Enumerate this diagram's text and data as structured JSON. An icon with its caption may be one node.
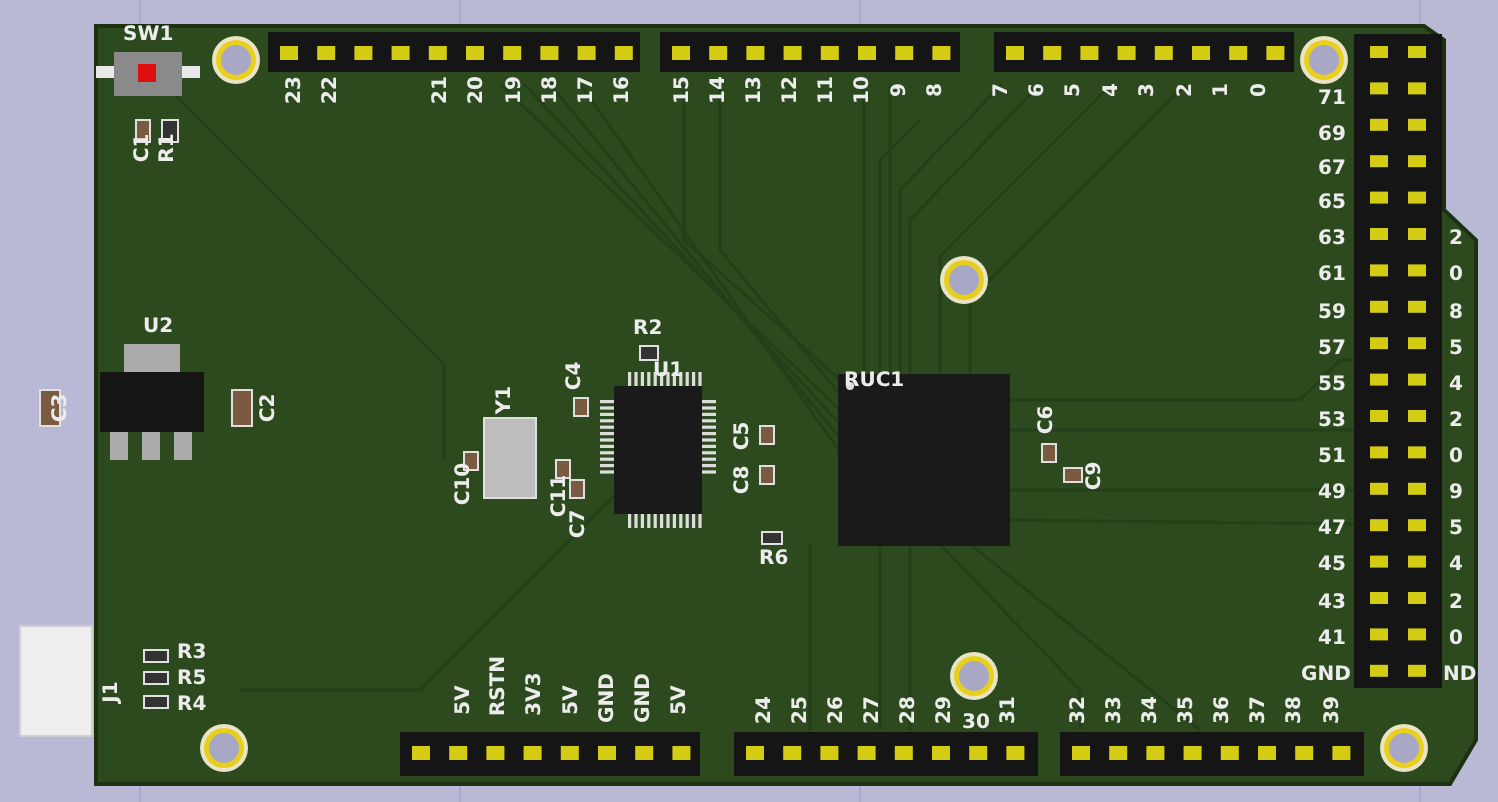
{
  "diagram": {
    "labels": [
      "SW1",
      "23",
      "22",
      "21",
      "20",
      "19",
      "18",
      "17",
      "16",
      "15",
      "14",
      "13",
      "12",
      "11",
      "10",
      "9",
      "8",
      "7",
      "6",
      "5",
      "4",
      "3",
      "2",
      "1",
      "0",
      "C1",
      "R1",
      "71",
      "69",
      "67",
      "65",
      "63",
      "61",
      "59",
      "57",
      "55",
      "53",
      "51",
      "49",
      "47",
      "45",
      "43",
      "41",
      "GND",
      "2",
      "0",
      "8",
      "5",
      "4",
      "2",
      "0",
      "9",
      "5",
      "4",
      "2",
      "0",
      "ND",
      "U2",
      "R2",
      "U1",
      "RUC1",
      "C3",
      "C2",
      "Y1",
      "C4",
      "C5",
      "C6",
      "C10",
      "C11",
      "C7",
      "C8",
      "C9",
      "R6",
      "J1",
      "R3",
      "R5",
      "R4",
      "5V",
      "RSTN",
      "3V3",
      "5V",
      "GND",
      "GND",
      "5V",
      "24",
      "25",
      "26",
      "27",
      "28",
      "29",
      "30",
      "31",
      "32",
      "33",
      "34",
      "35",
      "36",
      "37",
      "38",
      "39"
    ]
  }
}
